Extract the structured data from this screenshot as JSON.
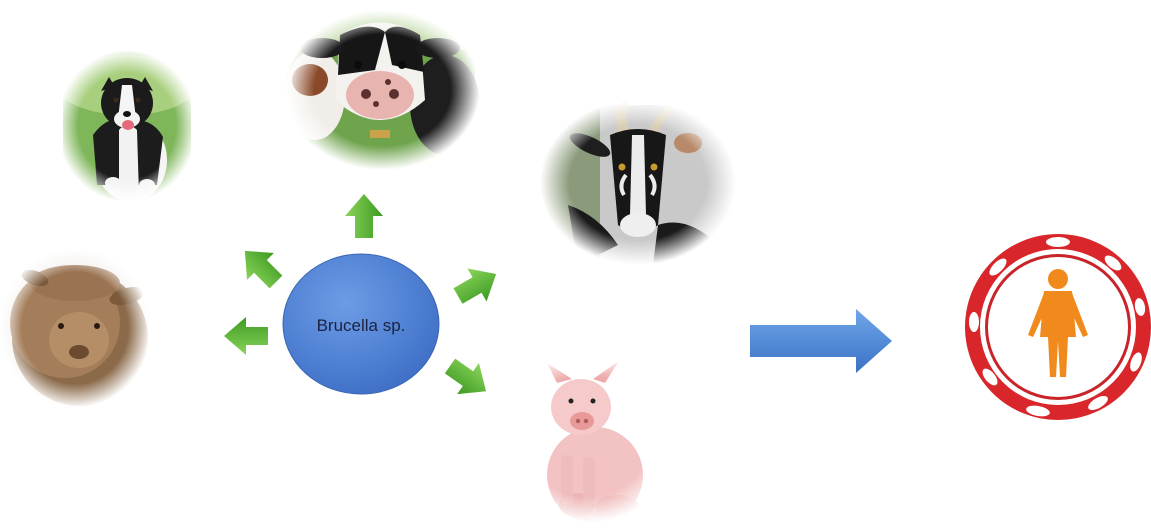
{
  "diagram": {
    "center": {
      "label": "Brucella sp.",
      "color": "#4a7fd4"
    },
    "arrow_colors": {
      "animal": "#4fae2e",
      "transmission": "#4a87d6"
    },
    "animals": [
      {
        "id": "dog",
        "icon": "dog-icon"
      },
      {
        "id": "cow",
        "icon": "cow-icon"
      },
      {
        "id": "goat",
        "icon": "goat-icon"
      },
      {
        "id": "sheep",
        "icon": "sheep-icon"
      },
      {
        "id": "pig",
        "icon": "pig-icon"
      }
    ],
    "human_badge": {
      "icon": "human-zoonosis-badge-icon",
      "ring_color": "#d9262b",
      "figure_color": "#f08a1c"
    }
  }
}
